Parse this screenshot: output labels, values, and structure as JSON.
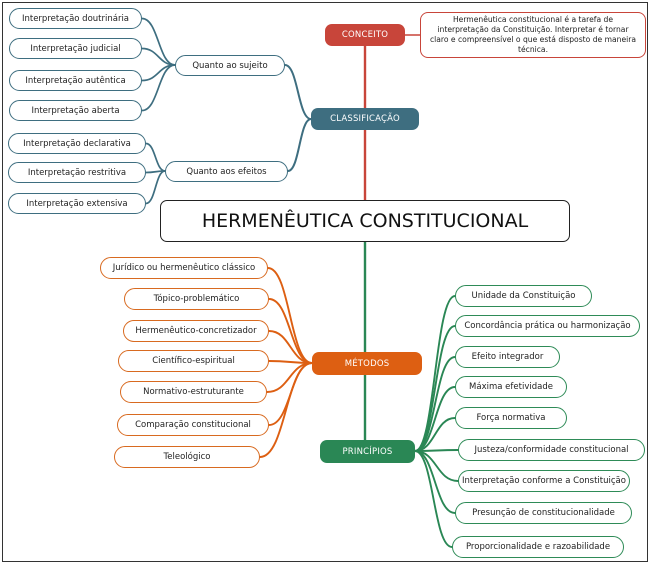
{
  "central": "HERMENÊUTICA CONSTITUCIONAL",
  "conceito": {
    "label": "CONCEITO",
    "description": "Hermenêutica constitucional é a tarefa de interpretação da Constituição. Interpretar é tornar claro e compreensível o que está disposto de maneira técnica."
  },
  "classificacao": {
    "label": "CLASSIFICAÇÃO",
    "sujeito": {
      "label": "Quanto ao sujeito",
      "items": [
        "Interpretação doutrinária",
        "Interpretação judicial",
        "Interpretação autêntica",
        "Interpretação aberta"
      ]
    },
    "efeitos": {
      "label": "Quanto aos efeitos",
      "items": [
        "Interpretação declarativa",
        "Interpretação restritiva",
        "Interpretação extensiva"
      ]
    }
  },
  "metodos": {
    "label": "MÉTODOS",
    "items": [
      "Jurídico ou hermenêutico clássico",
      "Tópico-problemático",
      "Hermenêutico-concretizador",
      "Científico-espiritual",
      "Normativo-estruturante",
      "Comparação constitucional",
      "Teleológico"
    ]
  },
  "principios": {
    "label": "PRINCÍPIOS",
    "items": [
      "Unidade da Constituição",
      "Concordância prática ou harmonização",
      "Efeito integrador",
      "Máxima efetividade",
      "Força normativa",
      "Justeza/conformidade constitucional",
      "Interpretação conforme a Constituição",
      "Presunção de constitucionalidade",
      "Proporcionalidade e razoabilidade"
    ]
  },
  "colors": {
    "conceito": "#c8453a",
    "classificacao": "#3e6e80",
    "metodos": "#dd5f12",
    "principios": "#2a8755"
  }
}
